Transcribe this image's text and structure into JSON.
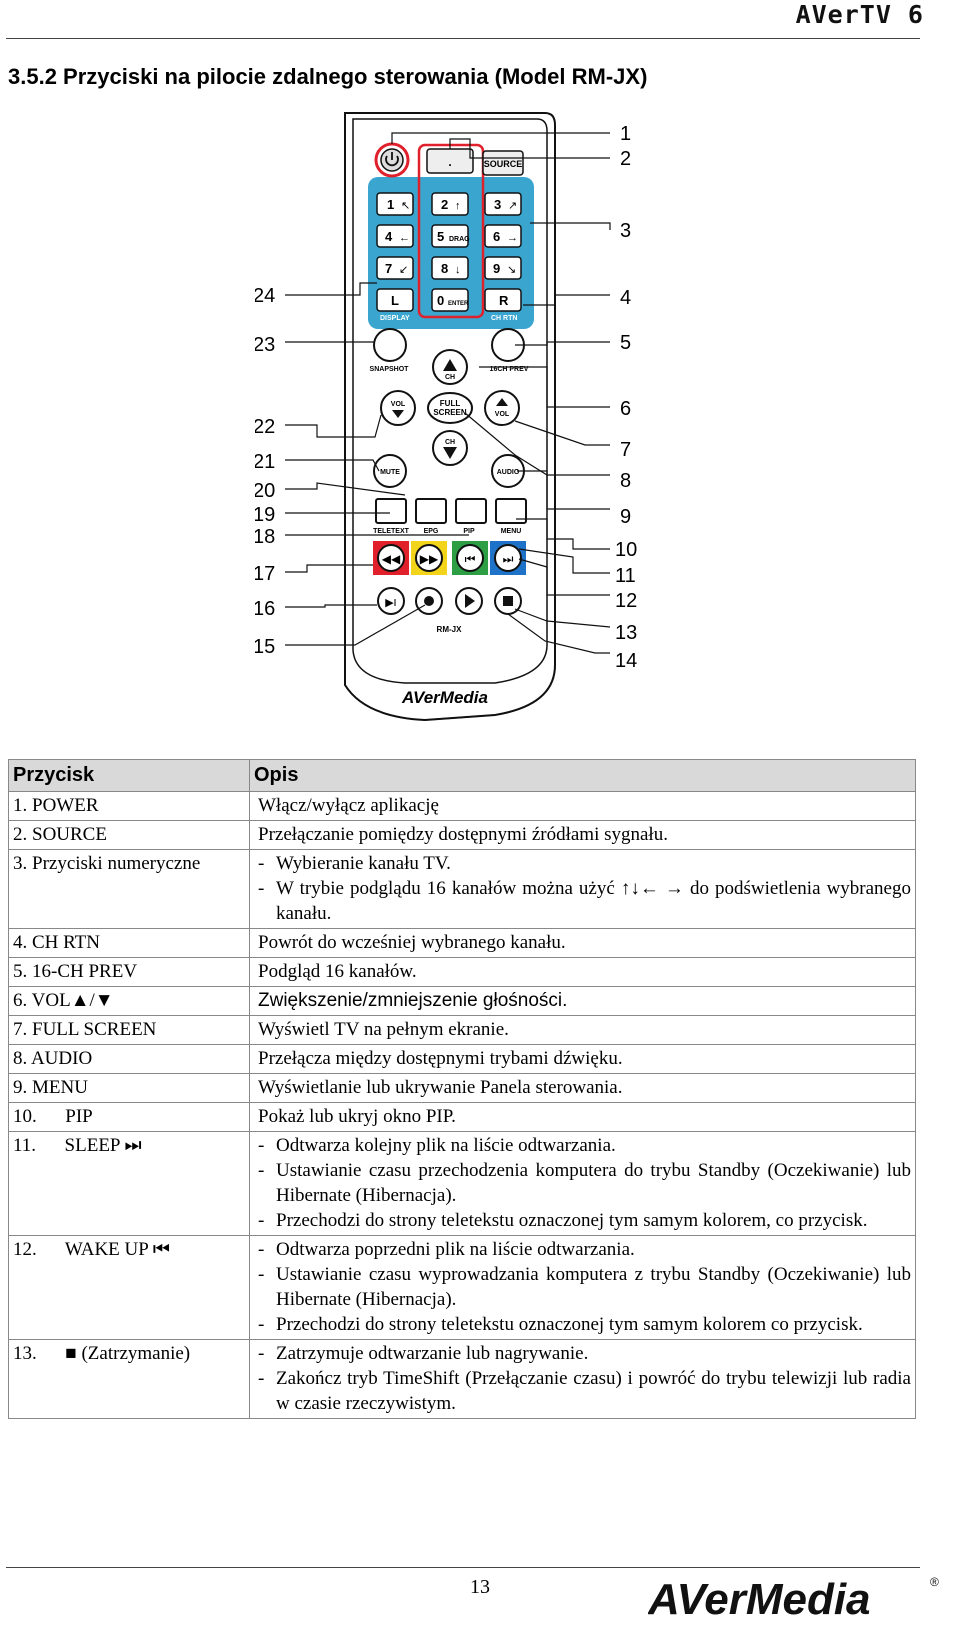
{
  "header": {
    "title": "AVerTV 6"
  },
  "section": {
    "title": "3.5.2  Przyciski na pilocie zdalnego sterowania (Model RM-JX)"
  },
  "remote": {
    "labels": {
      "source": "SOURCE",
      "display": "DISPLAY",
      "ch_rtn": "CH RTN",
      "snapshot": "SNAPSHOT",
      "prev16": "16CH PREV",
      "ch": "CH",
      "vol": "VOL",
      "full": "FULL",
      "screen": "SCREEN",
      "mute": "MUTE",
      "audio": "AUDIO",
      "teletext": "TELETEXT",
      "epg": "EPG",
      "pip": "PIP",
      "menu": "MENU",
      "model": "RM-JX",
      "brand": "AVerMedia",
      "k1": "1",
      "k2": "2",
      "k3": "3",
      "k4": "4",
      "k5": "5",
      "k6": "6",
      "k7": "7",
      "k8": "8",
      "k9": "9",
      "kL": "L",
      "k0": "0",
      "kR": "R",
      "drag": "DRAG",
      "enter": "ENTER",
      "dot": "."
    },
    "callouts_right": [
      "1",
      "2",
      "3",
      "4",
      "5",
      "6",
      "7",
      "8",
      "9",
      "10",
      "11",
      "12",
      "13",
      "14"
    ],
    "callouts_left": [
      "24",
      "23",
      "22",
      "21",
      "20",
      "19",
      "18",
      "17",
      "16",
      "15"
    ]
  },
  "table": {
    "headers": [
      "Przycisk",
      "Opis"
    ],
    "rows": [
      {
        "button": "1. POWER",
        "lines": [
          "Włącz/wyłącz aplikację"
        ]
      },
      {
        "button": "2. SOURCE",
        "lines": [
          "Przełączanie pomiędzy dostępnymi źródłami sygnału."
        ]
      },
      {
        "button": "3. Przyciski numeryczne",
        "bullets": [
          "Wybieranie kanału TV.",
          "W trybie podglądu 16 kanałów można użyć ↑↓← → do podświetlenia wybranego kanału."
        ]
      },
      {
        "button": "4. CH RTN",
        "lines": [
          "Powrót do wcześniej wybranego kanału."
        ]
      },
      {
        "button": "5. 16-CH PREV",
        "lines": [
          "Podgląd 16 kanałów."
        ]
      },
      {
        "button": "6. VOL▲/▼",
        "lines": [
          "Zwiększenie/zmniejszenie głośności."
        ]
      },
      {
        "button": "7. FULL SCREEN",
        "lines": [
          "Wyświetl TV na pełnym ekranie."
        ]
      },
      {
        "button": "8. AUDIO",
        "lines": [
          "Przełącza między dostępnymi trybami dźwięku."
        ]
      },
      {
        "button": "9. MENU",
        "lines": [
          "Wyświetlanie lub ukrywanie Panela sterowania."
        ]
      },
      {
        "button": "10.      PIP",
        "lines": [
          "Pokaż lub ukryj okno PIP."
        ]
      },
      {
        "button": "11.      SLEEP ⏭",
        "bullets": [
          "Odtwarza kolejny plik na liście odtwarzania.",
          "Ustawianie czasu przechodzenia komputera do trybu Standby (Oczekiwanie) lub Hibernate (Hibernacja).",
          "Przechodzi do strony teletekstu oznaczonej tym samym kolorem, co przycisk."
        ]
      },
      {
        "button": "12.      WAKE UP ⏮",
        "bullets": [
          "Odtwarza poprzedni plik na liście odtwarzania.",
          "Ustawianie czasu wyprowadzania komputera z trybu Standby (Oczekiwanie) lub Hibernate (Hibernacja).",
          "Przechodzi do strony teletekstu oznaczonej tym samym kolorem co przycisk."
        ]
      },
      {
        "button": "13.      ■ (Zatrzymanie)",
        "bullets": [
          "Zatrzymuje odtwarzanie lub nagrywanie.",
          "Zakończ tryb TimeShift (Przełączanie czasu) i powróć do trybu telewizji lub radia w czasie rzeczywistym."
        ]
      }
    ]
  },
  "footer": {
    "page_number": "13",
    "logo": "AVerMedia",
    "registered": "®"
  },
  "colors": {
    "keypad_blue": "#3aa6cf",
    "red": "#e0202a",
    "yellow": "#f2d51a",
    "green": "#2e9e45",
    "blue_btn": "#1e73c8",
    "header_gray": "#d9d9d9"
  }
}
